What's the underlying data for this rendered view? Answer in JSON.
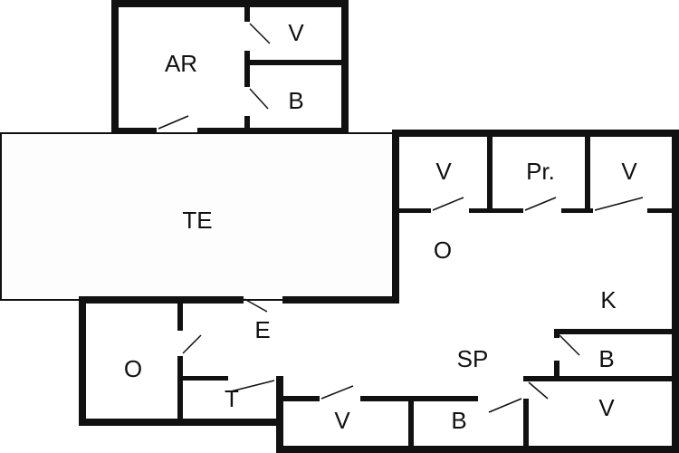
{
  "title": "Floor plan",
  "rooms": {
    "ar": "AR",
    "v_top": "V",
    "b_top": "B",
    "te": "TE",
    "v_right1": "V",
    "pr": "Pr.",
    "v_right2": "V",
    "o_right": "O",
    "k": "K",
    "e": "E",
    "o_left": "O",
    "sp": "SP",
    "b_right": "B",
    "t": "T",
    "v_bottom": "V",
    "b_bottom": "B",
    "v_bottom_right": "V"
  },
  "colors": {
    "wall": "#111111",
    "background": "#ffffff"
  }
}
